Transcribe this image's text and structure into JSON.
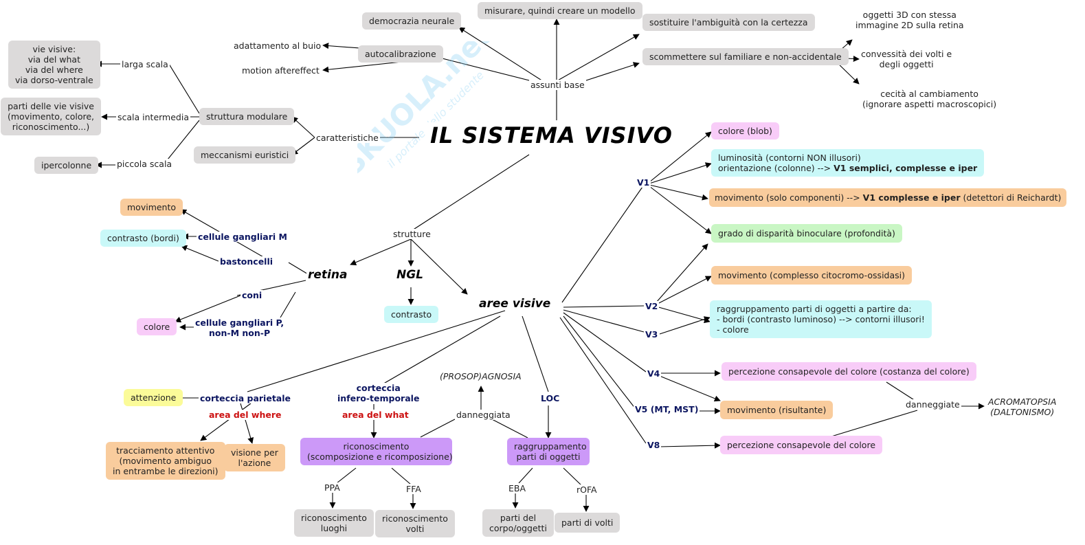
{
  "title": "IL SISTEMA VISIVO",
  "watermark": {
    "brand": "SKUOLA.net",
    "tagline": "il portale dello studente"
  },
  "assunti": {
    "label": "assunti base",
    "democrazia": "democrazia neurale",
    "misurare": "misurare, quindi creare un modello",
    "sostituire": "sostituire l'ambiguità con la certezza",
    "scommettere": "scommettere sul familiare e non-accidentale",
    "oggetti3d": [
      "oggetti 3D con stessa",
      "immagine 2D sulla retina"
    ],
    "convessita": [
      "convessità dei volti e",
      "degli oggetti"
    ],
    "cecita": [
      "cecità al cambiamento",
      "(ignorare aspetti macroscopici)"
    ],
    "autocalibrazione": "autocalibrazione",
    "adattamento": "adattamento al buio",
    "motion": "motion aftereffect"
  },
  "caratteristiche": {
    "label": "caratteristiche",
    "modulare": "struttura modulare",
    "euristici": "meccanismi euristici",
    "larga": "larga scala",
    "intermedia": "scala intermedia",
    "piccola": "piccola scala",
    "vie": [
      "vie visive:",
      "via del what",
      "via del where",
      "via dorso-ventrale"
    ],
    "parti": [
      "parti delle vie visive",
      "(movimento, colore,",
      "riconoscimento...)"
    ],
    "ipercolonne": "ipercolonne"
  },
  "strutture": {
    "label": "strutture",
    "retina": "retina",
    "ngl": "NGL",
    "aree": "aree visive",
    "contrasto_ngl": "contrasto",
    "movimento": "movimento",
    "contrasto_bordi": "contrasto (bordi)",
    "colore": "colore",
    "gangliari_m": "cellule gangliari M",
    "bastoncelli": "bastoncelli",
    "coni": "coni",
    "gangliari_p": [
      "cellule gangliari P,",
      "non-M non-P"
    ]
  },
  "aree": {
    "v1": "V1",
    "v2": "V2",
    "v3": "V3",
    "v4": "V4",
    "v5": "V5 (MT, MST)",
    "v8": "V8",
    "colore_blob": "colore (blob)",
    "luminosita": "luminosità (contorni NON illusori)",
    "orientazione": "orientazione (colonne) -->",
    "orientazione_bold": "V1 semplici, complesse e iper",
    "mov_comp": "movimento (solo componenti) -->",
    "mov_comp_bold": "V1 complesse e iper",
    "mov_comp_tail": "(detettori di Reichardt)",
    "disparita": "grado di disparità binoculare (profondità)",
    "mov_cito": "movimento (complesso citocromo-ossidasi)",
    "raggr": [
      "raggruppamento parti di oggetti a partire da:",
      "- bordi (contrasto luminoso) --> contorni illusori!",
      "- colore"
    ],
    "perc_costanza": "percezione consapevole del colore (costanza del colore)",
    "mov_risultante": "movimento (risultante)",
    "perc_colore": "percezione consapevole del colore",
    "danneggiate": "danneggiate",
    "acromatopsia": [
      "ACROMATOPSIA",
      "(DALTONISMO)"
    ]
  },
  "corteccia": {
    "parietale": "corteccia parietale",
    "where": "area del where",
    "attenzione": "attenzione",
    "tracciamento": [
      "tracciamento attentivo",
      "(movimento ambiguo",
      "in entrambe le direzioni)"
    ],
    "visione": [
      "visione per",
      "l'azione"
    ],
    "infero": [
      "corteccia",
      "infero-temporale"
    ],
    "what": "area del what",
    "prosop": "(PROSOP)AGNOSIA",
    "danneggiata": "danneggiata",
    "loc": "LOC",
    "riconoscimento": [
      "riconoscimento",
      "(scomposizione e ricomposizione)"
    ],
    "raggruppamento": [
      "raggruppamento",
      "parti di oggetti"
    ],
    "ppa": "PPA",
    "ffa": "FFA",
    "eba": "EBA",
    "rofa": "rOFA",
    "luoghi": [
      "riconoscimento",
      "luoghi"
    ],
    "volti": [
      "riconoscimento",
      "volti"
    ],
    "corpo": [
      "parti del",
      "corpo/oggetti"
    ],
    "parti_volti": "parti di volti"
  }
}
